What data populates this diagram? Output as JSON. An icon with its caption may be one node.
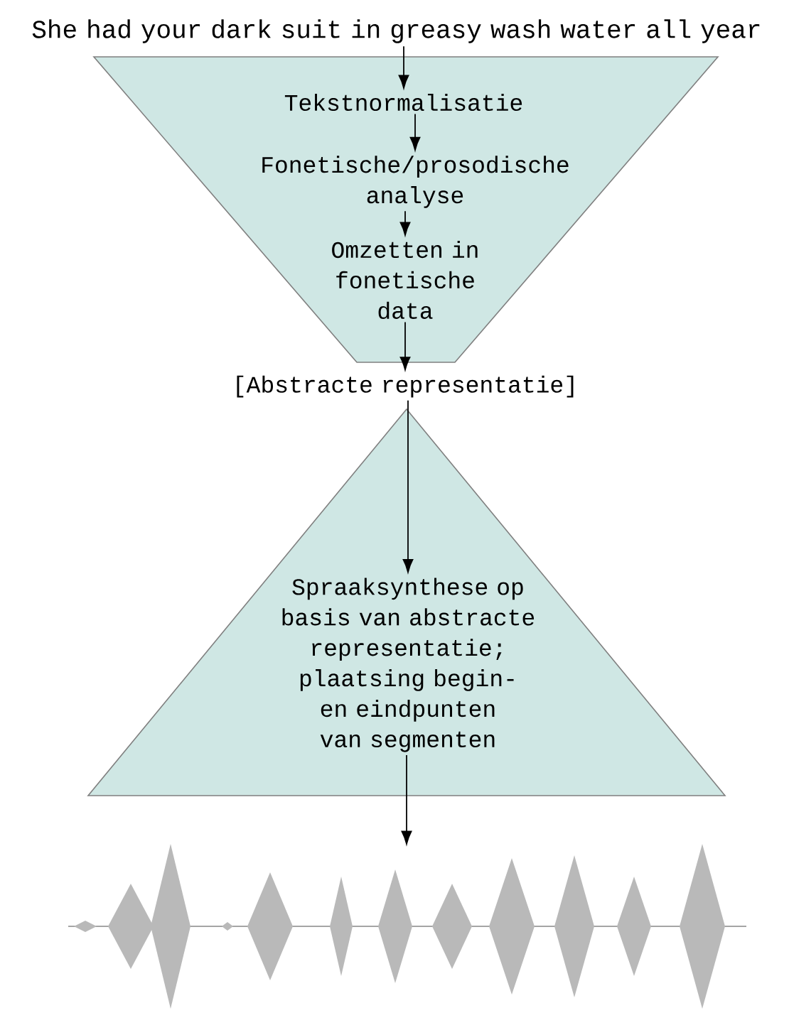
{
  "diagram": {
    "nodes": [
      {
        "text": [
          "She had your dark suit in greasy wash water all year"
        ]
      },
      {
        "text": [],
        "shape": "trapezoid"
      },
      {
        "text": [
          "Tekstnormalisatie"
        ],
        "in": 1
      },
      {
        "text": [
          "Fonetische/prosodische analyse"
        ],
        "in": 1
      },
      {
        "text": [
          "Omzetten in fonetische data"
        ],
        "in": 1
      },
      {
        "text": [
          "[Abstracte representatie]"
        ]
      },
      {
        "text": [],
        "shape": "triangle"
      },
      {
        "text": [
          "Spraaksynthese op basis van abstracte representatie; plaatsing begin- en eindpunten van segmenten"
        ],
        "in": 6
      },
      {
        "text": [],
        "shape": "picture"
      }
    ],
    "edges": [
      {
        "from": 0,
        "to": 2,
        "arrow": "to"
      },
      {
        "from": 2,
        "to": 3,
        "arrow": "to"
      },
      {
        "from": 3,
        "to": 4,
        "arrow": "to"
      },
      {
        "from": 4,
        "to": 5,
        "arrow": "to"
      },
      {
        "from": 5,
        "to": 7,
        "arrow": "to"
      },
      {
        "from": 7,
        "to": 8,
        "arrow": "to"
      }
    ]
  }
}
